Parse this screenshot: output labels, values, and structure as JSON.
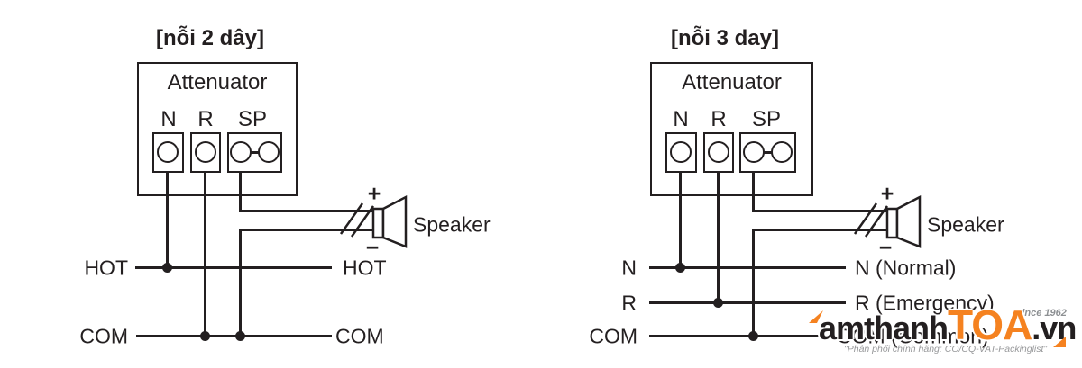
{
  "colors": {
    "ink": "#231f20",
    "orange": "#f58220",
    "gray": "#8d9093"
  },
  "left_diagram": {
    "title": "[nỗi 2 dây]",
    "attenuator_label": "Attenuator",
    "terminals": [
      "N",
      "R",
      "SP"
    ],
    "speaker": {
      "plus": "+",
      "minus": "−",
      "label": "Speaker"
    },
    "bus_labels_left": [
      "HOT",
      "COM"
    ],
    "bus_labels_right": [
      "HOT",
      "COM"
    ]
  },
  "right_diagram": {
    "title": "[nỗi 3 day]",
    "attenuator_label": "Attenuator",
    "terminals": [
      "N",
      "R",
      "SP"
    ],
    "speaker": {
      "plus": "+",
      "minus": "−",
      "label": "Speaker"
    },
    "bus_labels_left": [
      "N",
      "R",
      "COM"
    ],
    "bus_labels_right": [
      "N (Normal)",
      "R (Emergency)",
      "COM (Common)"
    ]
  },
  "watermark": {
    "since": "Since 1962",
    "brand_black1": "amthanh",
    "brand_orange": "TOA",
    "brand_black2": ".vn",
    "tagline": "\"Phân phối chính hãng: CO/CQ-VAT-Packinglist\""
  }
}
